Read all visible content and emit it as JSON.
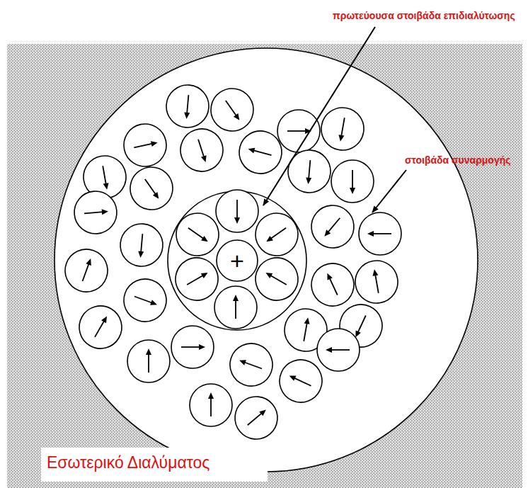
{
  "diagram": {
    "nodes": [
      {
        "text": [
          "+"
        ]
      }
    ],
    "labels": [
      "πρωτεύουσα στοιβάδα επιδιαλύτωσης",
      "στοιβάδα συναρμογής",
      "Εσωτερικό Διαλύματος"
    ]
  }
}
